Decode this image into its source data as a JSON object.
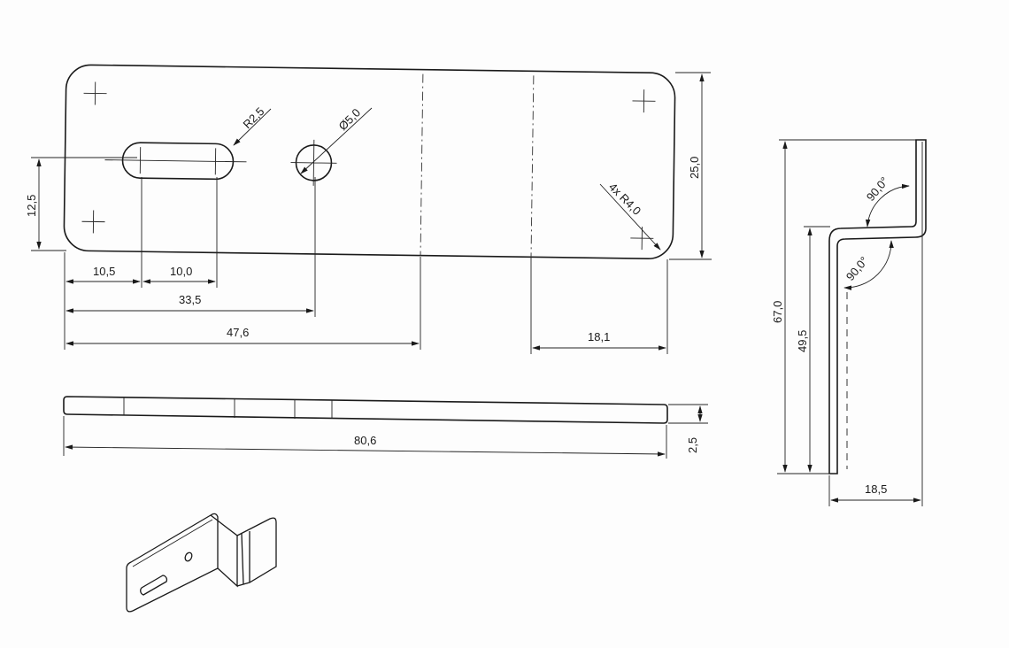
{
  "drawing": {
    "top_view": {
      "dims": {
        "slot_radius": "R2,5",
        "hole_diameter": "Ø5,0",
        "corner_radius": "4x R4,0",
        "width": "25,0",
        "slot_height": "12,5",
        "d1": "10,5",
        "d2": "10,0",
        "d3": "33,5",
        "d4": "47,6",
        "d5": "18,1"
      }
    },
    "edge_view": {
      "dims": {
        "length": "80,6",
        "thickness": "2,5"
      }
    },
    "side_view": {
      "dims": {
        "height_total": "67,0",
        "height_lower": "49,5",
        "depth": "18,5",
        "angle_top": "90,0°",
        "angle_bottom": "90,0°"
      }
    }
  }
}
